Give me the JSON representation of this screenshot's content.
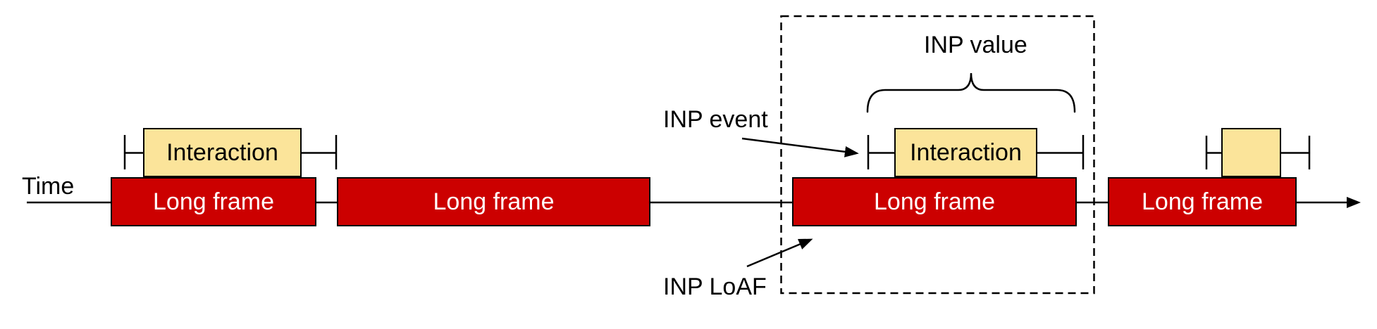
{
  "diagram": {
    "timeline_label": "Time",
    "annotations": {
      "inp_event": "INP event",
      "inp_value": "INP value",
      "inp_loaf": "INP LoAF"
    },
    "long_frames": [
      {
        "label": "Long frame"
      },
      {
        "label": "Long frame"
      },
      {
        "label": "Long frame"
      },
      {
        "label": "Long frame"
      }
    ],
    "interactions": [
      {
        "label": "Interaction"
      },
      {
        "label": "Interaction"
      },
      {
        "label": ""
      }
    ],
    "colors": {
      "long_frame_fill": "#cc0000",
      "long_frame_text": "#ffffff",
      "interaction_fill": "#fbe49a",
      "outline": "#000000"
    }
  }
}
